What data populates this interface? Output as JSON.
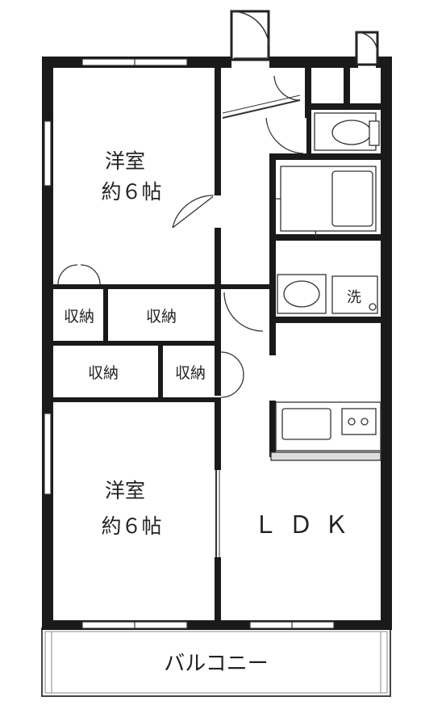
{
  "rooms": {
    "western_room_top": {
      "name": "洋室",
      "size": "約６帖"
    },
    "western_room_bottom": {
      "name": "洋室",
      "size": "約６帖"
    },
    "ldk": "ＬＤＫ",
    "balcony": "バルコニー"
  },
  "storage": {
    "closet_a": "収納",
    "closet_b": "収納",
    "closet_c": "収納",
    "closet_d": "収納"
  },
  "fixtures": {
    "washer_area": "洗"
  }
}
